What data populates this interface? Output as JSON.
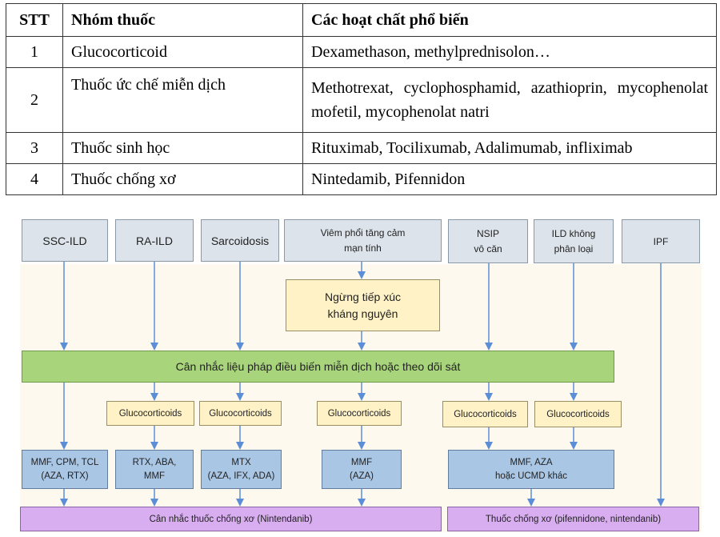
{
  "table": {
    "headers": [
      "STT",
      "Nhóm thuốc",
      "Các hoạt chất phổ biến"
    ],
    "rows": [
      [
        "1",
        "Glucocorticoid",
        "Dexamethason, methylprednisolon…"
      ],
      [
        "2",
        "Thuốc ức chế miễn dịch",
        "Methotrexat, cyclophosphamid, azathioprin, mycophenolat mofetil, mycophenolat natri"
      ],
      [
        "3",
        "Thuốc sinh học",
        "Rituximab, Tocilixumab, Adalimumab, infliximab"
      ],
      [
        "4",
        "Thuốc chống xơ",
        "Nintedamib, Pifennidon"
      ]
    ]
  },
  "flowchart": {
    "top": [
      "SSC-ILD",
      "RA-ILD",
      "Sarcoidosis",
      "Viêm phổi tăng cảm\nmạn tính",
      "NSIP\nvô căn",
      "ILD không\nphân loại",
      "IPF"
    ],
    "antigen": "Ngừng tiếp xúc\nkháng nguyên",
    "consider": "Cân nhắc liệu pháp điều biến miễn dịch hoặc theo dõi sát",
    "gluco": "Glucocorticoids",
    "treatments": [
      "MMF, CPM, TCL\n(AZA, RTX)",
      "RTX, ABA,\nMMF",
      "MTX\n(AZA, IFX, ADA)",
      "MMF\n(AZA)",
      "MMF, AZA\nhoặc UCMD khác"
    ],
    "antifib_left": "Cân nhắc thuốc chống xơ (Nintendanib)",
    "antifib_right": "Thuốc chống xơ (pifennidone, nintendanib)",
    "colors": {
      "top": "#dce3ea",
      "yellow": "#fff2c6",
      "green": "#a8d47c",
      "blue": "#a9c6e5",
      "purple": "#d8aef0",
      "band": "#fdf9ee",
      "arrow": "#5b8ed6"
    }
  }
}
